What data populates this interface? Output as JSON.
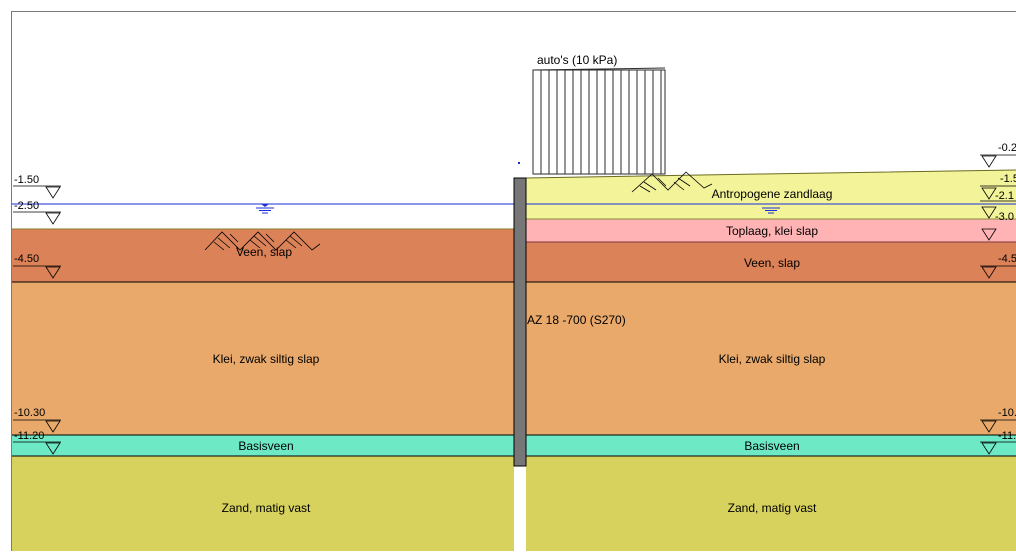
{
  "colors": {
    "background": "#ffffff",
    "frame": "#7a7a7a",
    "antropogene": "#f3f39a",
    "toplaag": "#ffb3b5",
    "veen": "#dc8258",
    "klei": "#e9a96b",
    "basisveen": "#6ee9c6",
    "zand": "#d7d25e",
    "sheetpile": "#777777",
    "water": "#1a2fd8",
    "surcharge": "#2b2b2b"
  },
  "surcharge": {
    "label": "auto's (10 kPa)"
  },
  "sheet_pile": {
    "label": "AZ 18 -700 (S270)"
  },
  "left": {
    "level_labels": [
      "-1.50",
      "-2.50",
      "-4.50",
      "-10.30",
      "-11.20"
    ],
    "layer_labels": {
      "veen": "Veen, slap",
      "klei": "Klei, zwak siltig slap",
      "basisveen": "Basisveen",
      "zand": "Zand, matig vast"
    }
  },
  "right": {
    "level_labels": [
      "-0.2",
      "-1.5",
      "-2.1",
      "-3.0",
      "-4.5",
      "-10.",
      "-11."
    ],
    "layer_labels": {
      "antropogene": "Antropogene zandlaag",
      "toplaag": "Toplaag, klei slap",
      "veen": "Veen, slap",
      "klei": "Klei, zwak siltig slap",
      "basisveen": "Basisveen",
      "zand": "Zand, matig vast"
    }
  }
}
